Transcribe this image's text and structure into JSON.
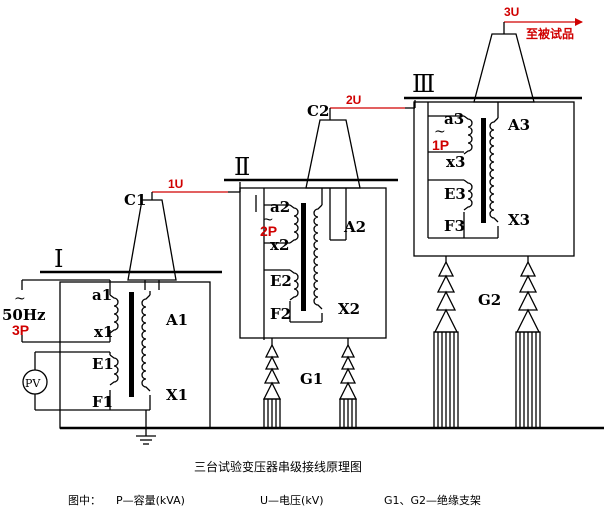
{
  "stages": {
    "s1": {
      "numeral": "Ⅰ",
      "a": "a1",
      "x": "x1",
      "e": "E1",
      "f": "F1",
      "A": "A1",
      "X": "X1",
      "C": "C1",
      "out": "1U"
    },
    "s2": {
      "numeral": "Ⅱ",
      "a": "a2",
      "x": "x2",
      "e": "E2",
      "f": "F2",
      "A": "A2",
      "X": "X2",
      "C": "C2",
      "p": "2P",
      "out": "2U"
    },
    "s3": {
      "numeral": "Ⅲ",
      "a": "a3",
      "x": "x3",
      "e": "E3",
      "f": "F3",
      "A": "A3",
      "X": "X3",
      "p": "1P",
      "out": "3U"
    }
  },
  "source": {
    "tilde": "~",
    "freq": "50Hz",
    "power": "3P"
  },
  "meter": {
    "label": "PV"
  },
  "supports": {
    "g1": "G1",
    "g2": "G2"
  },
  "output": {
    "to_sample": "至被试品"
  },
  "caption": {
    "title": "三台试验变压器串级接线原理图",
    "legend_prefix": "图中：",
    "legend_p": "P—容量(kVA)",
    "legend_u": "U—电压(kV)",
    "legend_g": "G1、G2—绝缘支架"
  },
  "colors": {
    "line": "#000000",
    "highlight": "#d00000",
    "background": "#ffffff"
  }
}
